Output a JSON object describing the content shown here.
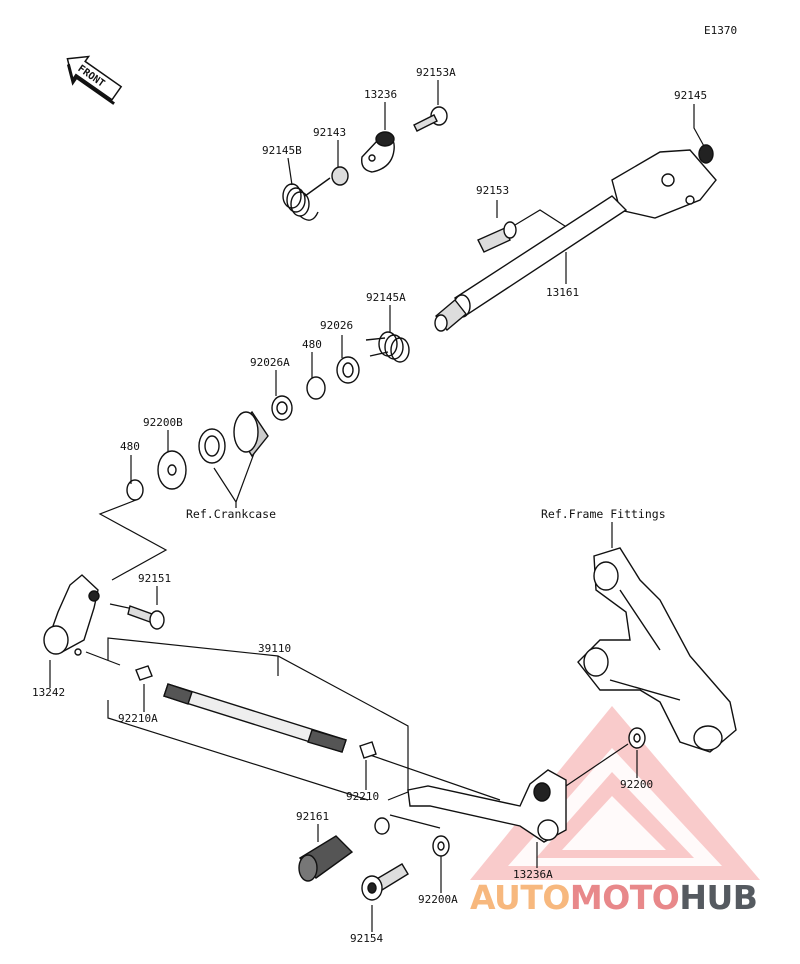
{
  "diagram_code": "E1370",
  "front_arrow_text": "FRONT",
  "references": {
    "crankcase": "Ref.Crankcase",
    "frame_fittings": "Ref.Frame Fittings"
  },
  "parts": {
    "p92153A": "92153A",
    "p13236": "13236",
    "p92143": "92143",
    "p92145B": "92145B",
    "p92145": "92145",
    "p92153": "92153",
    "p13161": "13161",
    "p92145A": "92145A",
    "p92026": "92026",
    "p480a": "480",
    "p92026A": "92026A",
    "p92200B": "92200B",
    "p480b": "480",
    "p92151": "92151",
    "p13242": "13242",
    "p39110": "39110",
    "p92210A": "92210A",
    "p92210": "92210",
    "p92161": "92161",
    "p92154": "92154",
    "p92200A": "92200A",
    "p13236A": "13236A",
    "p92200": "92200"
  },
  "watermark": {
    "part1": "AUTO",
    "part2": "MOTO",
    "part3": "HUB",
    "colors": [
      "#f7b87e",
      "#e8888a",
      "#555a60"
    ]
  }
}
